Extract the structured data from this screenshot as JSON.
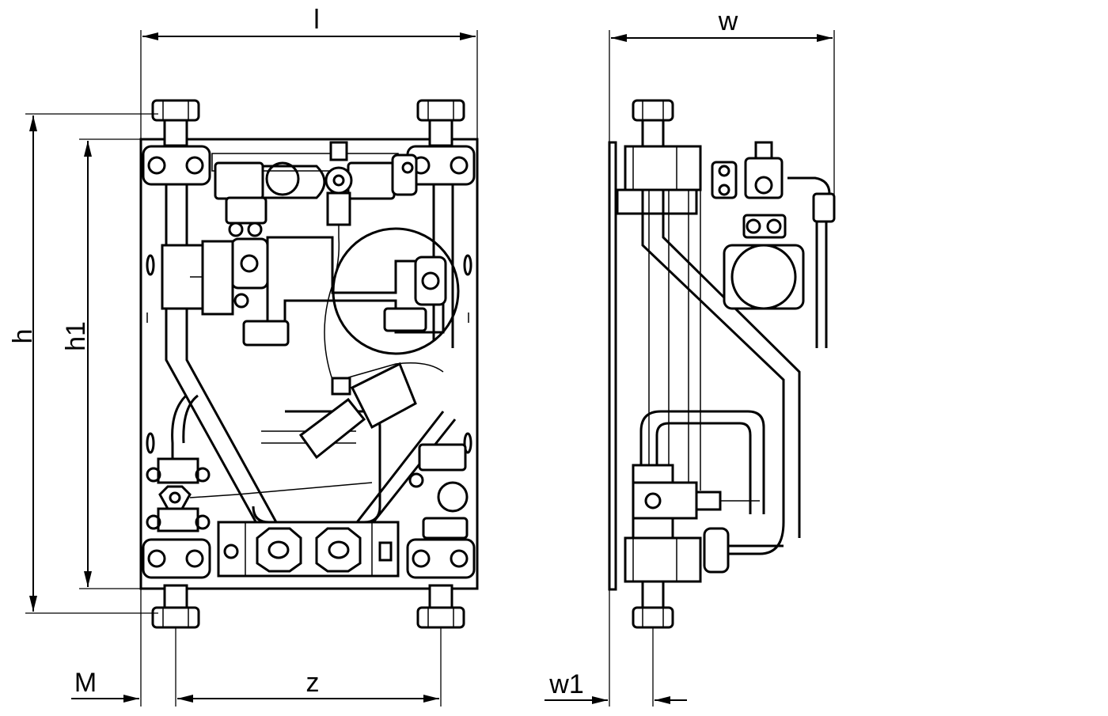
{
  "front_view": {
    "dimensions": {
      "length": "l",
      "height": "h",
      "height_inner": "h1",
      "margin": "M",
      "spacing": "z"
    }
  },
  "side_view": {
    "dimensions": {
      "width": "w",
      "width_offset": "w1"
    }
  }
}
